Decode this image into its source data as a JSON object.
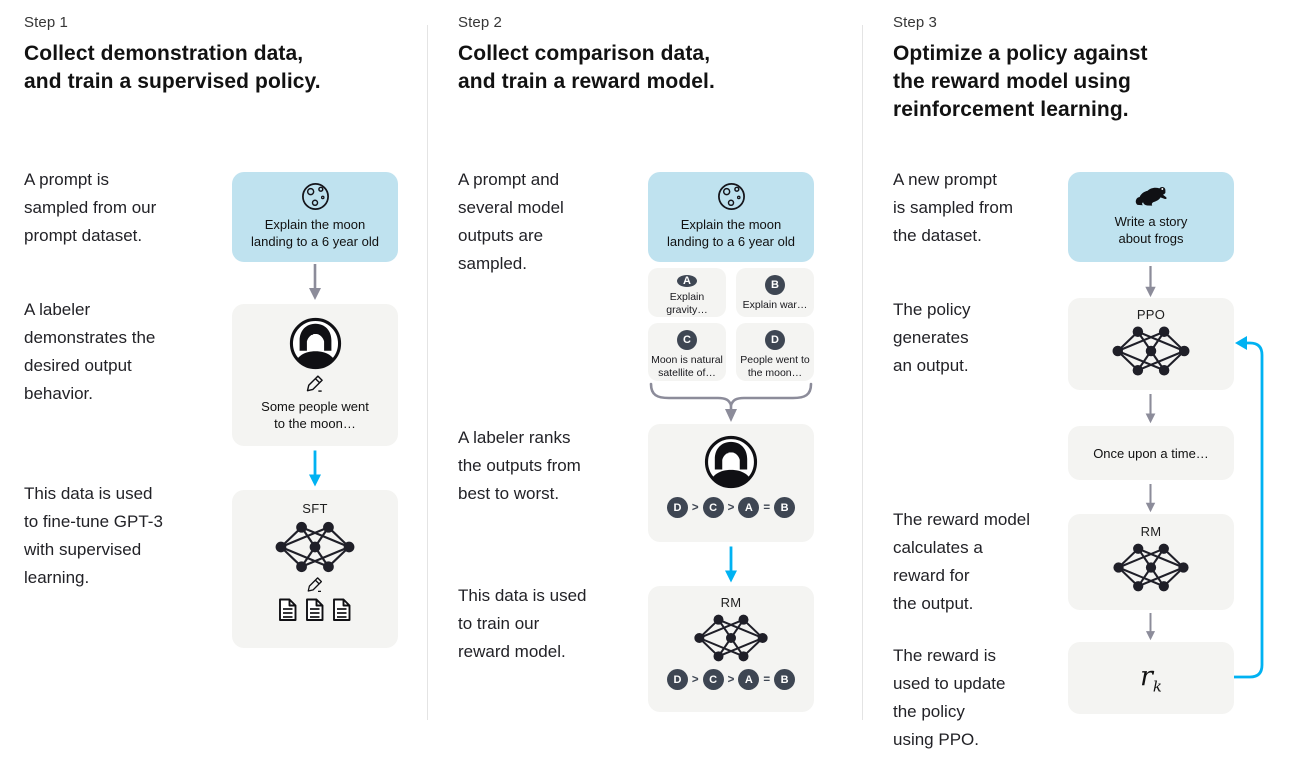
{
  "colors": {
    "prompt_box_blue": "#bfe2ef",
    "gray_box": "#f4f4f2",
    "badge_dark": "#3e4653",
    "cyan_arrow": "#00b2f2",
    "gray_arrow": "#8c8c9a",
    "divider": "#e4e4e4",
    "text": "#1b1b20"
  },
  "step1": {
    "label": "Step 1",
    "title": "Collect demonstration data,\nand train a supervised policy.",
    "captions": [
      "A prompt is\nsampled from our\nprompt dataset.",
      "A labeler\ndemonstrates the\ndesired output\nbehavior.",
      "This data is used\nto fine-tune GPT-3\nwith supervised\nlearning."
    ],
    "prompt": "Explain the moon\nlanding to a 6 year old",
    "labeler_output": "Some people went\nto the moon…",
    "model_label": "SFT"
  },
  "step2": {
    "label": "Step 2",
    "title": "Collect comparison data,\nand train a reward model.",
    "captions": [
      "A prompt and\nseveral model\noutputs are\nsampled.",
      "A labeler ranks\nthe outputs from\nbest to worst.",
      "This data is used\nto train our\nreward model."
    ],
    "prompt": "Explain the moon\nlanding to a 6 year old",
    "outputs": [
      {
        "letter": "A",
        "text": "Explain gravity…"
      },
      {
        "letter": "B",
        "text": "Explain war…"
      },
      {
        "letter": "C",
        "text": "Moon is natural\nsatellite of…"
      },
      {
        "letter": "D",
        "text": "People went to\nthe moon…"
      }
    ],
    "ranking": {
      "l1": "D",
      "op1": ">",
      "l2": "C",
      "op2": ">",
      "l3": "A",
      "op3": "=",
      "l4": "B"
    },
    "model_label": "RM"
  },
  "step3": {
    "label": "Step 3",
    "title": "Optimize a policy against\nthe reward model using\nreinforcement learning.",
    "captions": [
      "A new prompt\nis sampled from\nthe dataset.",
      "The policy\ngenerates\nan output.",
      "The reward model\ncalculates a\nreward for\nthe output.",
      "The reward is\nused to update\nthe policy\nusing PPO."
    ],
    "prompt": "Write a story\nabout frogs",
    "policy_label": "PPO",
    "policy_output": "Once upon a time…",
    "rm_label": "RM",
    "reward": {
      "base": "r",
      "sub": "k"
    }
  }
}
